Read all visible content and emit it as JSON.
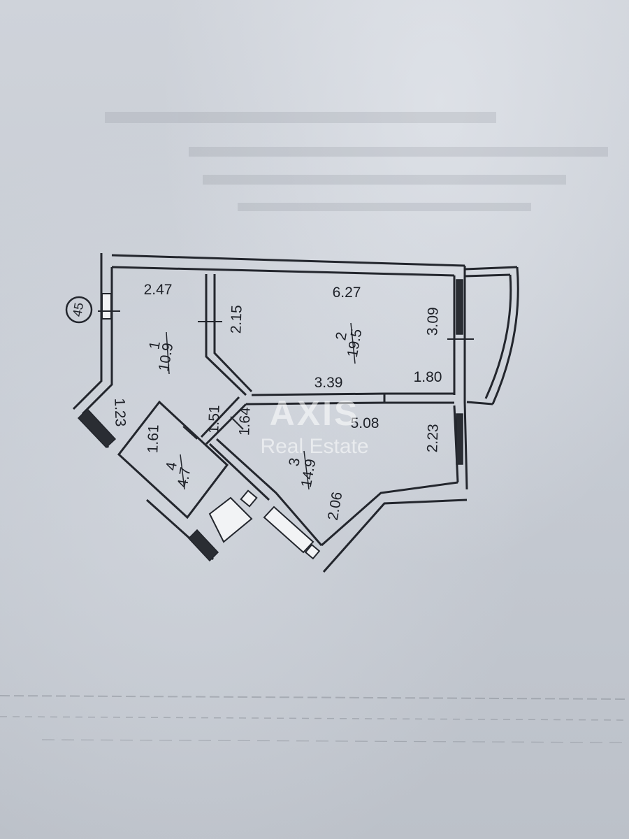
{
  "plan": {
    "axis_label": "45",
    "rooms": [
      {
        "number": "1",
        "area": "10.9"
      },
      {
        "number": "2",
        "area": "19.5"
      },
      {
        "number": "3",
        "area": "14.9"
      },
      {
        "number": "4",
        "area": "4.7"
      }
    ],
    "dimensions": {
      "room1_top": "2.47",
      "room1_right": "2.15",
      "room1_left": "1.23",
      "room1_diag": "1.51",
      "room2_top": "6.27",
      "room2_right": "3.09",
      "room2_bottom": "3.39",
      "room2_bottom_right": "1.80",
      "room3_top": "5.08",
      "room3_right": "2.23",
      "room3_left": "1.64",
      "room3_bottom": "2.06",
      "room4_top": "1.61"
    }
  },
  "watermark": {
    "title": "AXIS",
    "subtitle": "Real Estate"
  }
}
